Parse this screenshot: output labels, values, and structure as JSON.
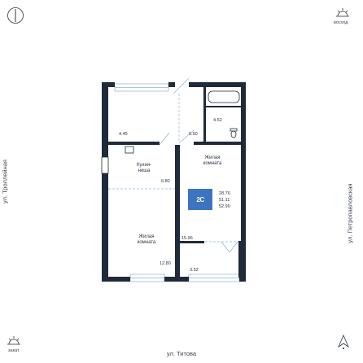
{
  "streets": {
    "left": "ул. Троллейная",
    "right": "ул. Петропавловская",
    "bottom": "ул. Титова"
  },
  "compass": {
    "east": "восход",
    "west": "закат"
  },
  "rooms": {
    "kitchen_label": "Кухня-\nниша",
    "kitchen_area": "6.80",
    "living1_label": "Жилая\nкомната",
    "living1_area": "12.80",
    "living2_label": "Жилая\nкомната",
    "living2_area": "15.96",
    "hall_area": "4.45",
    "corridor_area": "6.50",
    "bath_area": "4.52",
    "balcony_area": "3.52"
  },
  "apartment": {
    "type": "2С",
    "living_area": "28.76",
    "total_area": "51.11",
    "full_area": "52.90"
  },
  "colors": {
    "wall": "#1f2a3a",
    "accent": "#3c74bf",
    "line": "#8fb0d8"
  }
}
